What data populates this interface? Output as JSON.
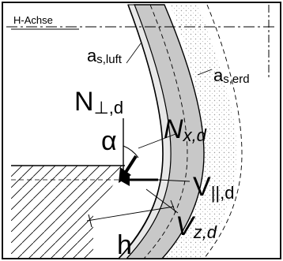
{
  "labels": {
    "h_axis": "H-Achse",
    "as_luft_main": "a",
    "as_luft_sub": "s,luft",
    "as_erd_main": "a",
    "as_erd_sub": "s,erd",
    "n_perp_main": "N",
    "n_perp_sub": "⊥,d",
    "alpha": "α",
    "nx_main": "N",
    "nx_sub": "x,d",
    "v_par_main": "V",
    "v_par_sub": "||,d",
    "vz_main": "V",
    "vz_sub": "z,d",
    "h": "h"
  },
  "colors": {
    "background": "#ffffff",
    "frame": "#111111",
    "ring_fill": "#c8c8c8",
    "soil_dots": "#9a9a9a",
    "lines": "#000000"
  }
}
